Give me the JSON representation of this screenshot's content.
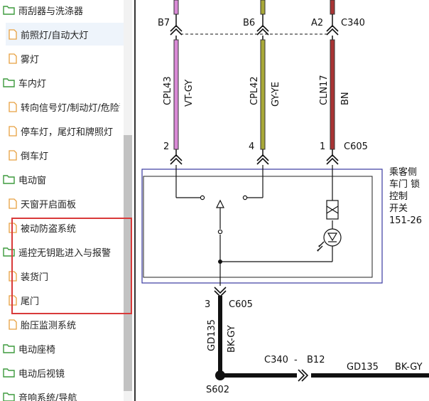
{
  "sidebar": {
    "items": [
      {
        "label": "雨刮器与洗涤器",
        "type": "folder",
        "level": 0
      },
      {
        "label": "前照灯/自动大灯",
        "type": "doc",
        "level": 1,
        "selected": true
      },
      {
        "label": "雾灯",
        "type": "doc",
        "level": 1
      },
      {
        "label": "车内灯",
        "type": "folder",
        "level": 0
      },
      {
        "label": "转向信号灯/制动灯/危险警告灯",
        "type": "doc",
        "level": 1
      },
      {
        "label": "停车灯，尾灯和牌照灯",
        "type": "doc",
        "level": 1
      },
      {
        "label": "倒车灯",
        "type": "doc",
        "level": 1
      },
      {
        "label": "电动窗",
        "type": "folder",
        "level": 0
      },
      {
        "label": "天窗开启面板",
        "type": "doc",
        "level": 1
      },
      {
        "label": "被动防盗系统",
        "type": "doc",
        "level": 1
      },
      {
        "label": "遥控无钥匙进入与报警",
        "type": "folder",
        "level": 0
      },
      {
        "label": "装货门",
        "type": "doc",
        "level": 1
      },
      {
        "label": "尾门",
        "type": "doc",
        "level": 1
      },
      {
        "label": "胎压监测系统",
        "type": "doc",
        "level": 1
      },
      {
        "label": "电动座椅",
        "type": "folder",
        "level": 0
      },
      {
        "label": "电动后视镜",
        "type": "folder",
        "level": 0
      },
      {
        "label": "音响系统/导航",
        "type": "folder",
        "level": 0
      }
    ]
  },
  "diagram": {
    "top_connectors": [
      {
        "pin": "B7",
        "connector": ""
      },
      {
        "pin": "B6",
        "connector": ""
      },
      {
        "pin": "A2",
        "connector": "C340"
      }
    ],
    "circuits": [
      {
        "circuit": "CPL43",
        "color_code": "VT-GY",
        "wire_color": "#d98ad6"
      },
      {
        "circuit": "CPL42",
        "color_code": "GY-YE",
        "wire_color": "#a8a838"
      },
      {
        "circuit": "CLN17",
        "color_code": "BN",
        "wire_color": "#a83434"
      }
    ],
    "bottom_pins": [
      {
        "pin": "2",
        "connector": ""
      },
      {
        "pin": "4",
        "connector": ""
      },
      {
        "pin": "1",
        "connector": "C605"
      }
    ],
    "switch_label": [
      "乘客侧",
      "车门 锁",
      "控制",
      "开关",
      "151-26"
    ],
    "ground": {
      "pin": "3",
      "connector": "C605",
      "circuit": "GD135",
      "color_code": "BK-GY",
      "splice": "S602",
      "run_connector": "C340",
      "run_dash": "-",
      "run_pin": "B12",
      "run_circuit": "GD135",
      "run_color_code": "BK-GY"
    }
  },
  "colors": {
    "highlight_border": "#d93a3a",
    "box_border": "#3a3aa0",
    "folder_icon": "#3d9a3d",
    "doc_icon": "#e8a040"
  }
}
